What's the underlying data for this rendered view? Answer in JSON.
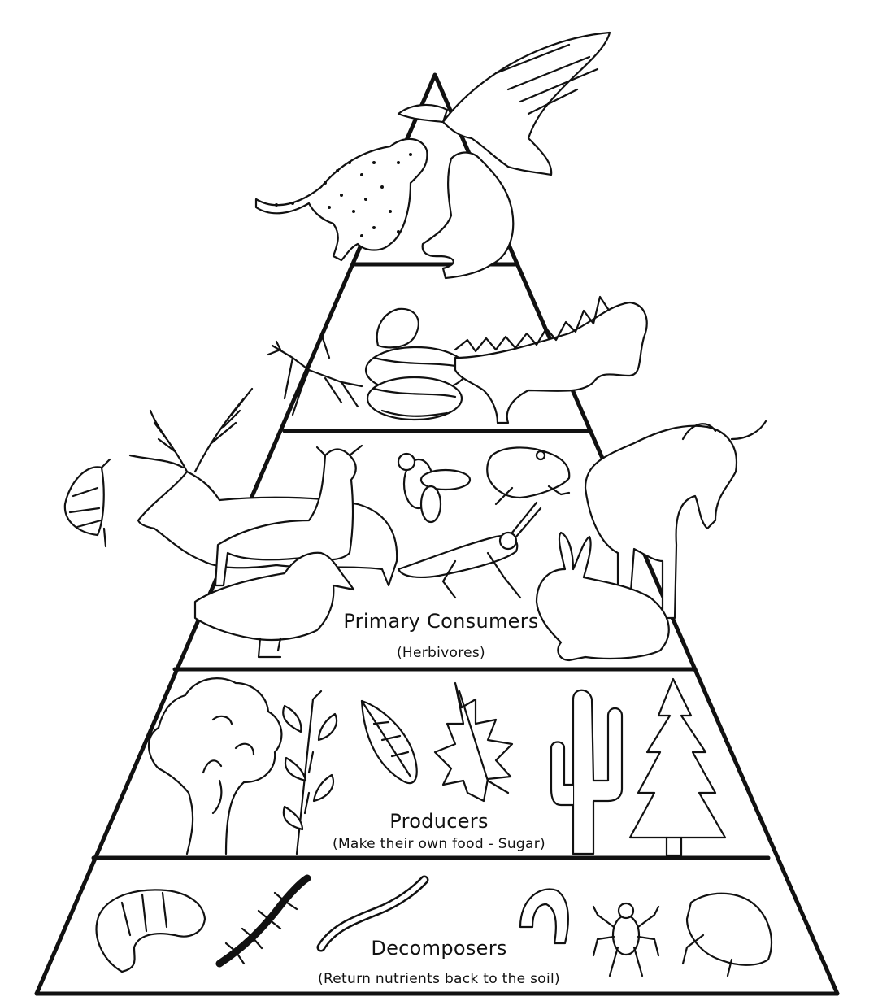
{
  "diagram": {
    "levels": [
      {
        "name": "Primary Consumers",
        "note": "(Herbivores)"
      },
      {
        "name": "Producers",
        "note": "(Make their own food - Sugar)"
      },
      {
        "name": "Decomposers",
        "note": "(Return nutrients back to the soil)"
      }
    ],
    "line_color": "#111111",
    "background": "#ffffff"
  }
}
